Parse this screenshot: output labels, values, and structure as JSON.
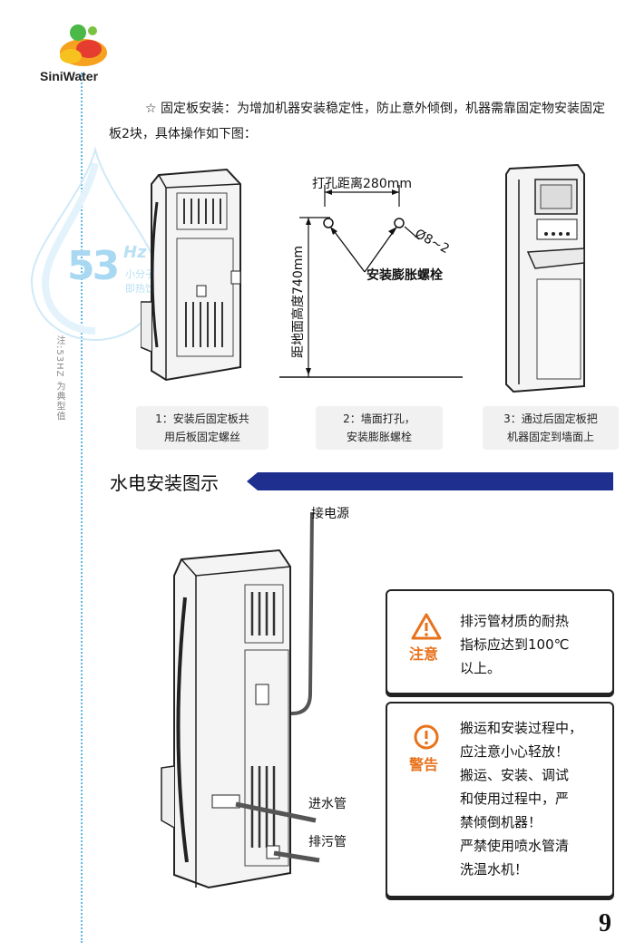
{
  "brand": {
    "name": "SiniWater"
  },
  "side_badge": {
    "number": "53",
    "unit": "Hz",
    "line1": "小分子水",
    "line2": "即热饮水机",
    "vertical_note": "注:53HZ 为典型值"
  },
  "intro": {
    "text": "☆ 固定板安装：为增加机器安装稳定性，防止意外倾倒，机器需靠固定物安装固定板2块，具体操作如下图："
  },
  "diagram": {
    "spacing_label": "打孔距离280mm",
    "height_label": "距地面高度740mm",
    "diameter_label": "Ø8~2",
    "bolt_label": "安装膨胀螺栓"
  },
  "steps": [
    {
      "line1": "1：安装后固定板共",
      "line2": "用后板固定螺丝"
    },
    {
      "line1": "2：墙面打孔，",
      "line2": "安装膨胀螺栓"
    },
    {
      "line1": "3：通过后固定板把",
      "line2": "机器固定到墙面上"
    }
  ],
  "section": {
    "title": "水电安装图示"
  },
  "install_labels": {
    "power": "接电源",
    "inlet": "进水管",
    "drain": "排污管"
  },
  "notice": {
    "tag": "注意",
    "lines": [
      "排污管材质的耐热",
      "指标应达到100℃",
      "以上。"
    ]
  },
  "warning": {
    "tag": "警告",
    "lines": [
      "搬运和安装过程中，",
      "应注意小心轻放！",
      "搬运、安装、调试",
      "和使用过程中，严",
      "禁倾倒机器！",
      "严禁使用喷水管清",
      "洗温水机！"
    ]
  },
  "page_number": "9",
  "colors": {
    "accent_blue": "#1f2f8f",
    "rail_blue": "#5fb8e6",
    "tag_orange": "#e8731d"
  }
}
